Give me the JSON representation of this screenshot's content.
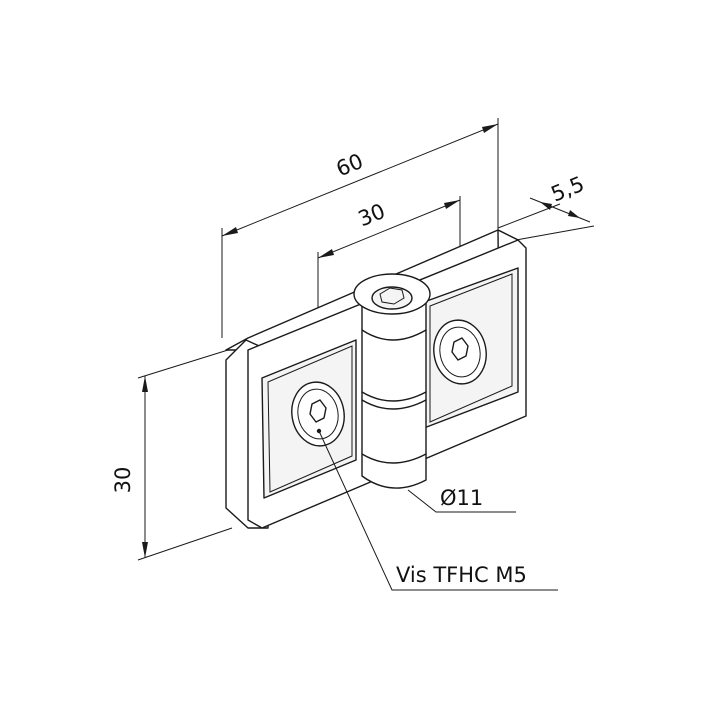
{
  "drawing": {
    "dimensions": {
      "overall_width": "60",
      "hole_spacing": "30",
      "thickness": "5,5",
      "height": "30",
      "hinge_diameter": "Ø11"
    },
    "callout": {
      "screw": "Vis TFHC M5"
    },
    "colors": {
      "line": "#1a1a1a",
      "background": "#ffffff"
    }
  }
}
